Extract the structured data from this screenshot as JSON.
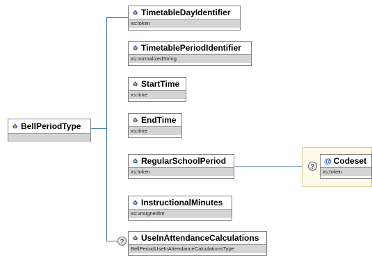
{
  "root": {
    "name": "BellPeriodType"
  },
  "children": [
    {
      "name": "TimetableDayIdentifier",
      "type": "xs:token"
    },
    {
      "name": "TimetablePeriodIdentifier",
      "type": "xs:normalizedString"
    },
    {
      "name": "StartTime",
      "type": "xs:time"
    },
    {
      "name": "EndTime",
      "type": "xs:time"
    },
    {
      "name": "RegularSchoolPeriod",
      "type": "xs:token"
    },
    {
      "name": "InstructionalMinutes",
      "type": "xs:unsignedInt"
    },
    {
      "name": "UseInAttendanceCalculations",
      "type": "BellPeriodUseInAttendanceCalculationsType",
      "optional_mark": "?"
    }
  ],
  "attribute": {
    "symbol": "@",
    "name": "Codeset",
    "type": "xs:token",
    "optional_mark": "?"
  }
}
